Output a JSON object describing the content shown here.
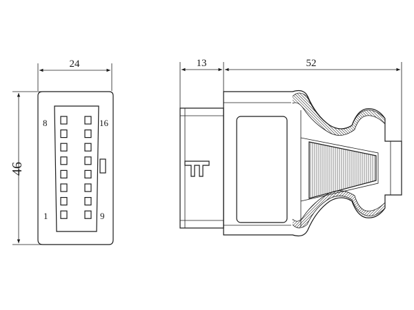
{
  "dimensions": {
    "front_width": "24",
    "front_height": "46",
    "side_plug_length": "13",
    "side_body_length": "52"
  },
  "pin_labels": {
    "top_left": "8",
    "top_right": "16",
    "bottom_left": "1",
    "bottom_right": "9"
  },
  "pin_layout": {
    "rows": 8,
    "columns": 2
  },
  "colors": {
    "line": "#1a1a1a",
    "background": "#ffffff"
  }
}
